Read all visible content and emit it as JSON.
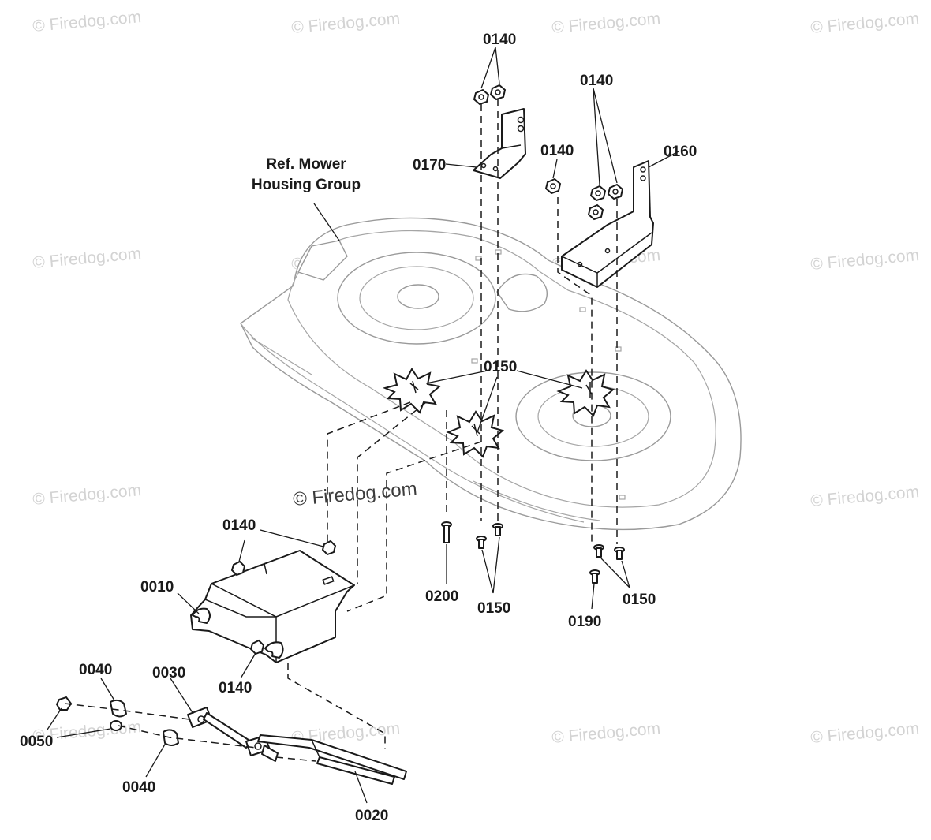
{
  "diagram": {
    "reference_note_line1": "Ref. Mower",
    "reference_note_line2": "Housing Group",
    "watermark_text": "© Firedog.com",
    "part_labels": {
      "p0140_top": "0140",
      "p0140_right_top": "0140",
      "p0140_mid": "0140",
      "p0170": "0170",
      "p0160": "0160",
      "p0150_center": "0150",
      "p0140_left": "0140",
      "p0010": "0010",
      "p0200": "0200",
      "p0150_bottom_mid": "0150",
      "p0190": "0190",
      "p0150_bottom_right": "0150",
      "p0140_bottom": "0140",
      "p0040_top": "0040",
      "p0030": "0030",
      "p0050": "0050",
      "p0040_bottom": "0040",
      "p0020_partial": "0020"
    }
  }
}
